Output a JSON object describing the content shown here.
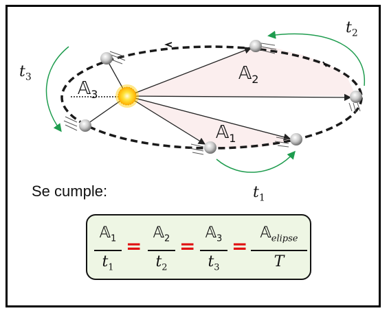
{
  "labels": {
    "t1": "t",
    "t1_sub": "1",
    "t2": "t",
    "t2_sub": "2",
    "t3": "t",
    "t3_sub": "3",
    "a1": "𝔸",
    "a1_sub": "1",
    "a2": "𝔸",
    "a2_sub": "2",
    "a3": "𝔸",
    "a3_sub": "3"
  },
  "caption": "Se cumple:",
  "equation": {
    "terms": [
      {
        "num": "𝔸",
        "num_sub": "1",
        "den": "t",
        "den_sub": "1"
      },
      {
        "num": "𝔸",
        "num_sub": "2",
        "den": "t",
        "den_sub": "2"
      },
      {
        "num": "𝔸",
        "num_sub": "3",
        "den": "t",
        "den_sub": "3"
      },
      {
        "num": "𝔸",
        "num_sub": "elipse",
        "den": "T",
        "den_sub": ""
      }
    ],
    "equals": "="
  },
  "colors": {
    "arrow": "#1e9c4e",
    "sun": "#ffd400",
    "equals": "#e01010",
    "box_bg": "#eef6e4",
    "sector_fill": "#fbeeee"
  }
}
